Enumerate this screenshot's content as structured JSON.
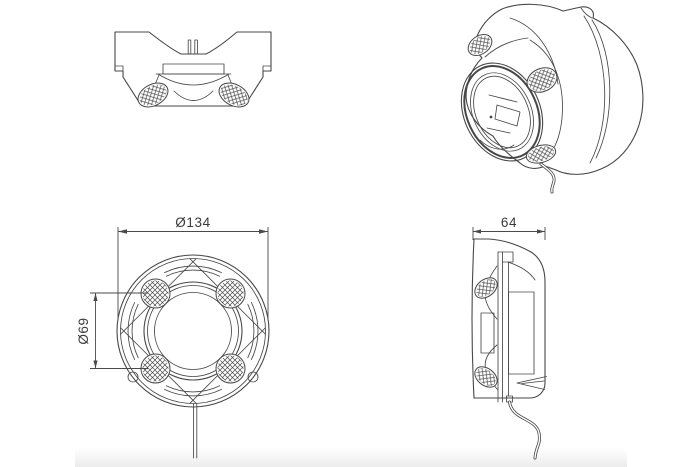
{
  "drawing": {
    "type": "technical-orthographic-drawing",
    "subject": "round-speaker-unit",
    "views": {
      "top": "top-view",
      "isometric": "isometric-view",
      "front": "front-view",
      "side": "side-view"
    },
    "dimensions": {
      "outer_diameter": "Ø134",
      "inner_diameter": "Ø69",
      "depth": "64"
    },
    "colors": {
      "line": "#474747",
      "text": "#3a3a3a",
      "background": "#ffffff",
      "strip": "#ececec"
    }
  }
}
